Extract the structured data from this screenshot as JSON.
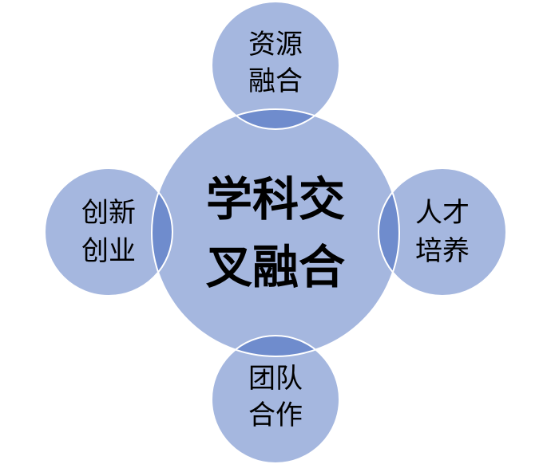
{
  "colors": {
    "circle_fill": "#a5b7df",
    "circle_stroke": "#ffffff",
    "overlap_fill": "#6f8ccd",
    "text": "#000000"
  },
  "center": {
    "line1": "学科交",
    "line2": "叉融合"
  },
  "top": {
    "line1": "资源",
    "line2": "融合"
  },
  "left": {
    "line1": "创新",
    "line2": "创业"
  },
  "right": {
    "line1": "人才",
    "line2": "培养"
  },
  "bottom": {
    "line1": "团队",
    "line2": "合作"
  }
}
